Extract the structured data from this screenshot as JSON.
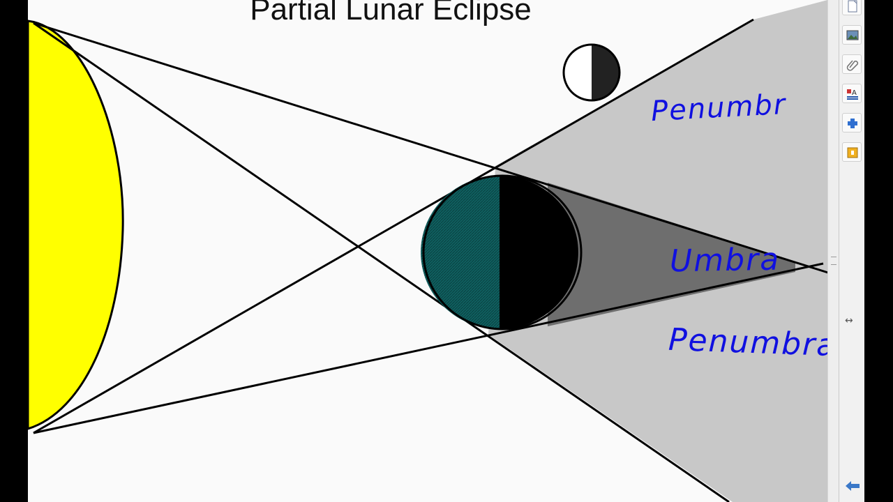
{
  "slide": {
    "title": "Partial Lunar Eclipse",
    "labels": {
      "penumbra_top": "Penumbr",
      "umbra": "Umbra",
      "penumbra_bottom": "Penumbra"
    },
    "colors": {
      "sun": "#ffff00",
      "earth_lit": "#0d5a5a",
      "shadow_gray": "#c8c8c8",
      "umbra_gray": "#6e6e6e",
      "handwriting": "#1010e0"
    }
  },
  "sidebar": {
    "tools": [
      {
        "icon": "page-sorter-icon"
      },
      {
        "icon": "gallery-icon"
      },
      {
        "icon": "attachments-icon"
      },
      {
        "icon": "properties-icon"
      },
      {
        "icon": "addons-icon"
      },
      {
        "icon": "lesson-activity-icon"
      }
    ],
    "resize_glyph": "↔"
  }
}
